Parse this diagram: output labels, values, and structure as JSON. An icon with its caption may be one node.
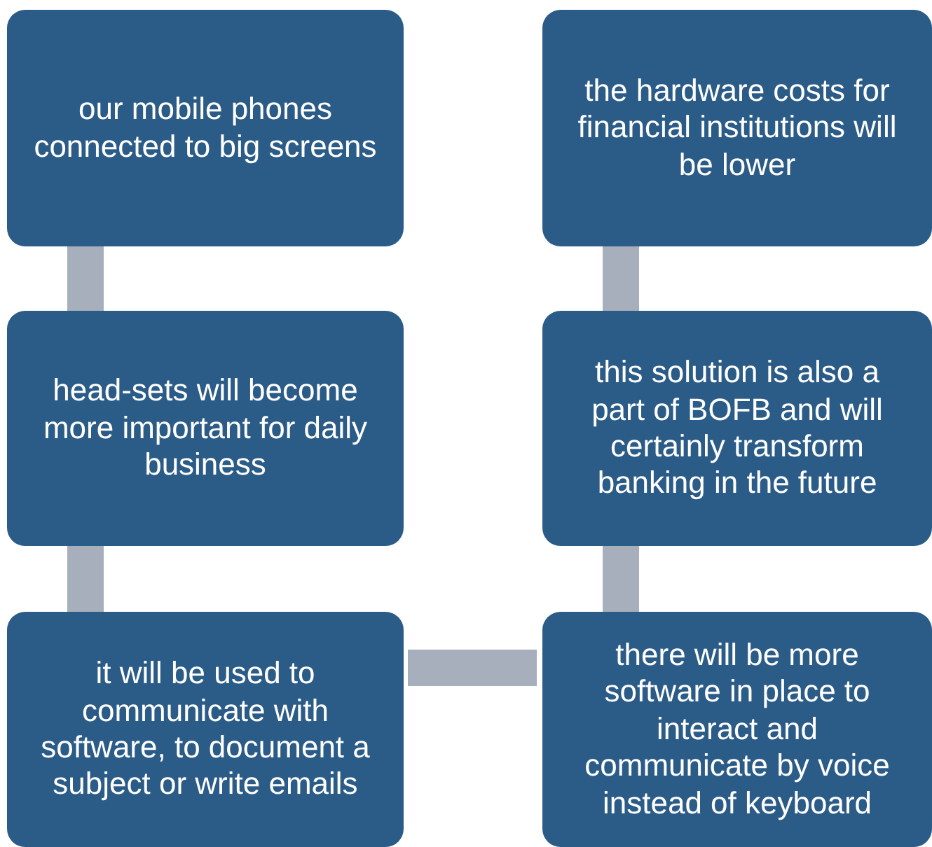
{
  "diagram": {
    "nodes": [
      {
        "text": [
          "our mobile phones connected to big screens"
        ]
      },
      {
        "text": [
          "the hardware costs for financial institutions will be lower"
        ]
      },
      {
        "text": [
          "head-sets will become more important for daily business"
        ]
      },
      {
        "text": [
          "this solution is also a part of BOFB and will certainly transform banking in the future"
        ]
      },
      {
        "text": [
          "it will be used to communicate with software, to document a subject or write emails"
        ]
      },
      {
        "text": [
          "there will be more software in place to interact and communicate by voice instead of keyboard"
        ]
      }
    ],
    "edges": [
      {
        "from": 0,
        "to": 2,
        "arrow": "none"
      },
      {
        "from": 2,
        "to": 4,
        "arrow": "none"
      },
      {
        "from": 4,
        "to": 5,
        "arrow": "none"
      },
      {
        "from": 5,
        "to": 3,
        "arrow": "none"
      },
      {
        "from": 3,
        "to": 1,
        "arrow": "none"
      }
    ]
  }
}
